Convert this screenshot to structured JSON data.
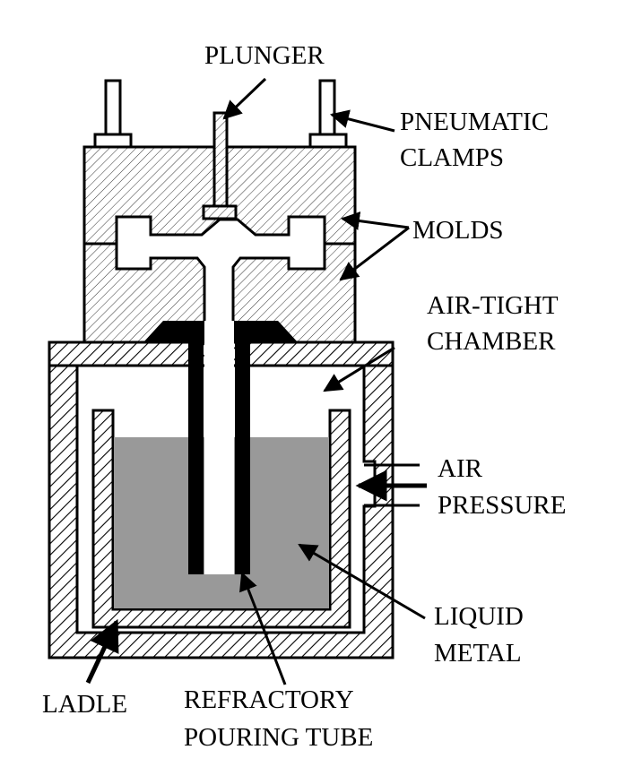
{
  "labels": {
    "plunger": "PLUNGER",
    "pneumatic_1": "PNEUMATIC",
    "pneumatic_2": "CLAMPS",
    "molds": "MOLDS",
    "airtight_1": "AIR-TIGHT",
    "airtight_2": "CHAMBER",
    "air_1": "AIR",
    "air_2": "PRESSURE",
    "liquid_1": "LIQUID",
    "liquid_2": "METAL",
    "ladle": "LADLE",
    "tube_1": "REFRACTORY",
    "tube_2": "POURING TUBE"
  },
  "colors": {
    "line": "#000000",
    "liquid_metal": "#999999",
    "background": "#ffffff"
  }
}
